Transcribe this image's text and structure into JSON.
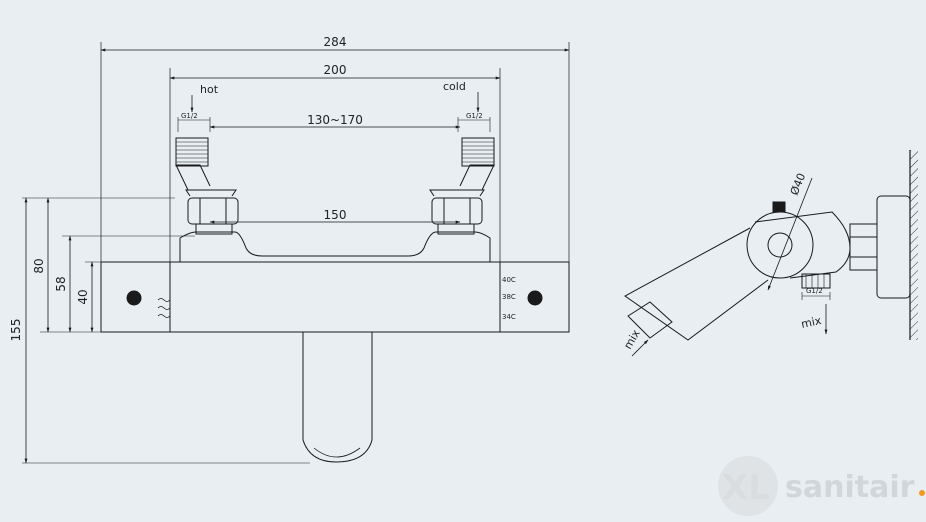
{
  "front_view": {
    "dim_overall_width": "284",
    "dim_inlet_spacing": "200",
    "dim_adjustable": "130~170",
    "dim_union_spacing": "150",
    "dim_height_total": "155",
    "dim_height_80": "80",
    "dim_height_58": "58",
    "dim_height_40": "40",
    "label_hot": "hot",
    "label_cold": "cold",
    "thread_hot": "G1/2",
    "thread_cold": "G1/2",
    "temp_marks": [
      "40C",
      "38C",
      "34C"
    ]
  },
  "side_view": {
    "dim_diameter": "Ø40",
    "thread_outlet": "G1/2",
    "label_mix_bottom": "mix",
    "label_mix_spout": "mix"
  },
  "watermark": {
    "badge_text": "XL",
    "word_text": "sanitair",
    "dot_color": "#f29a1e"
  },
  "colors": {
    "line": "#1a1a1a",
    "background": "#e8eef2"
  }
}
